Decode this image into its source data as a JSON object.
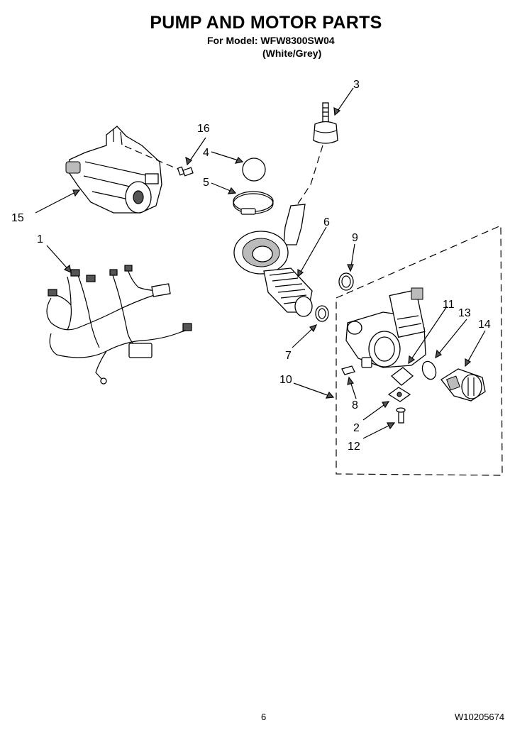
{
  "header": {
    "title": "PUMP AND MOTOR PARTS",
    "model_line": "For Model: WFW8300SW04",
    "color_line": "(White/Grey)"
  },
  "callouts": {
    "c1": "1",
    "c2": "2",
    "c3": "3",
    "c4": "4",
    "c5": "5",
    "c6": "6",
    "c7": "7",
    "c8": "8",
    "c9": "9",
    "c10": "10",
    "c11": "11",
    "c12": "12",
    "c13": "13",
    "c14": "14",
    "c15": "15",
    "c16": "16"
  },
  "footer": {
    "page_number": "6",
    "document_number": "W10205674"
  }
}
